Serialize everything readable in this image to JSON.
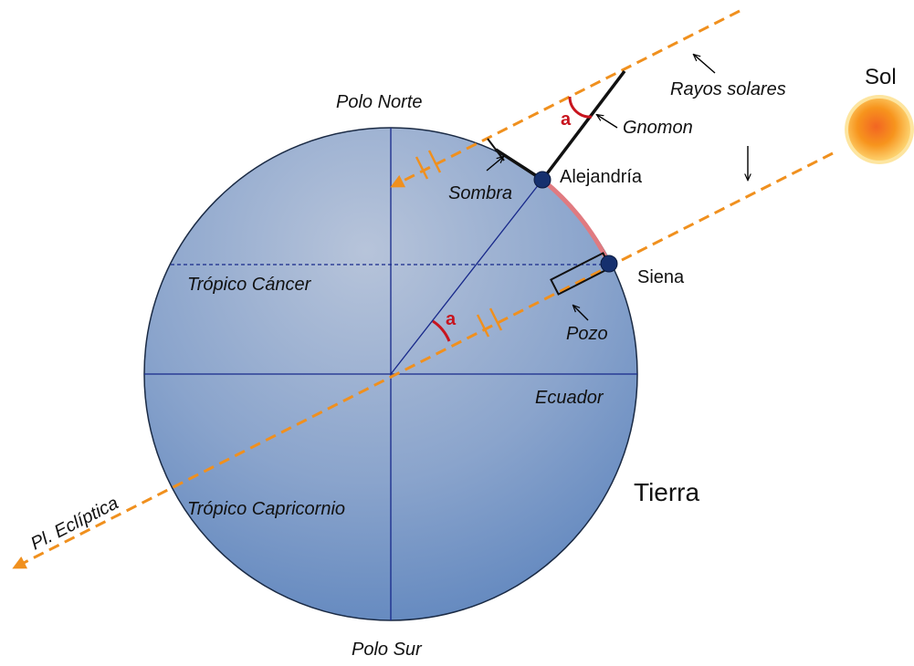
{
  "labels": {
    "sun": "Sol",
    "sun_rays": "Rayos solares",
    "gnomon": "Gnomon",
    "north_pole": "Polo Norte",
    "south_pole": "Polo Sur",
    "alexandria": "Alejandría",
    "shadow": "Sombra",
    "syene": "Siena",
    "well": "Pozo",
    "tropic_cancer": "Trópico Cáncer",
    "tropic_capricorn": "Trópico Capricornio",
    "equator": "Ecuador",
    "earth": "Tierra",
    "ecliptic_plane": "Pl. Eclíptica",
    "angle_a_top": "a",
    "angle_a_center": "a"
  },
  "colors": {
    "earth_fill_top": "#a9b8d0",
    "earth_fill_bottom": "#5d86bf",
    "earth_outline": "#1a2a44",
    "grid_lines": "#17288a",
    "sun_rays": "#f0901e",
    "angle_marks": "#c8141e",
    "arc_alexandria_siena": "#e07a80",
    "city_points": "#16306e",
    "sun_outer": "#fbb040",
    "sun_inner": "#f47920"
  },
  "icons": {
    "sun": "sun-icon",
    "alexandria_point": "city-dot-icon",
    "syene_point": "city-dot-icon"
  }
}
